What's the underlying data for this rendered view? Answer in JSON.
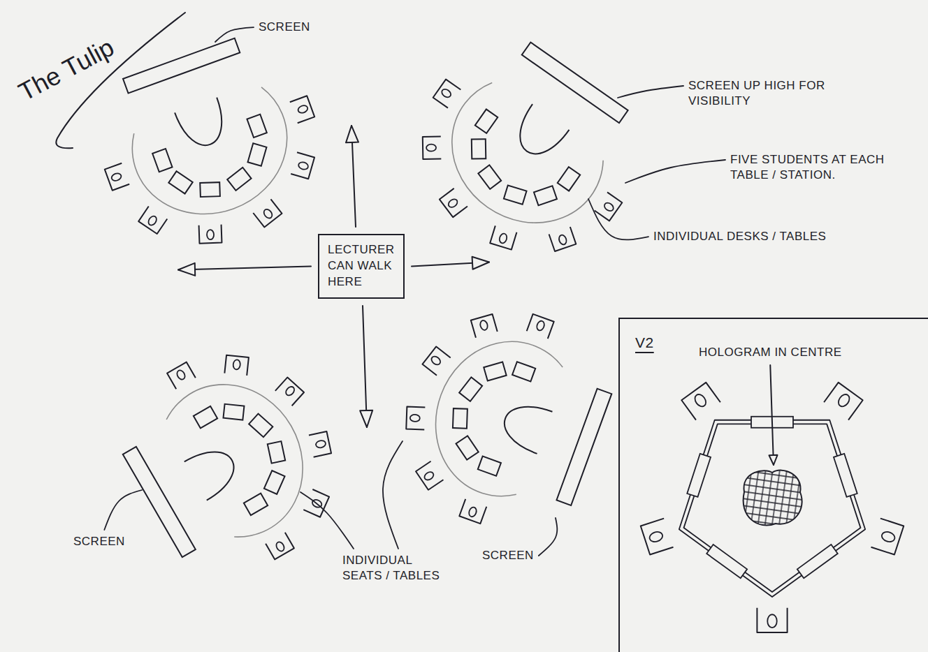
{
  "diagram": {
    "title": "The Tulip",
    "nodes": [
      {
        "text": [
          "LECTURER CAN WALK HERE"
        ]
      },
      {
        "text": [
          "V2"
        ]
      }
    ],
    "labels": [
      "SCREEN",
      "SCREEN UP HIGH FOR VISIBILITY",
      "FIVE STUDENTS AT EACH TABLE / STATION.",
      "INDIVIDUAL DESKS / TABLES",
      "SCREEN",
      "INDIVIDUAL SEATS / TABLES",
      "SCREEN",
      "HOLOGRAM IN CENTRE"
    ]
  }
}
